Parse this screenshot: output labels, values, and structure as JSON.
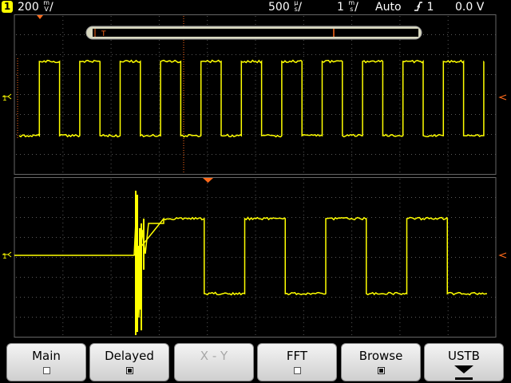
{
  "status": {
    "channel_number": "1",
    "channel_scale_value": "200",
    "channel_scale_unit_top": "m",
    "channel_scale_unit_bottom": "V",
    "main_timebase_value": "500",
    "main_timebase_unit_top": "µ",
    "main_timebase_unit_bottom": "s",
    "zoom_timebase_value": "1",
    "zoom_timebase_unit_top": "m",
    "zoom_timebase_unit_bottom": "s",
    "trigger_mode": "Auto",
    "trigger_edge_icon": "rising-edge-icon",
    "trigger_source": "1",
    "trigger_level": "0.0 V"
  },
  "screen": {
    "trigger_marker_label": "T",
    "channel_ground_marker": "1",
    "trace_color": "#ffff00",
    "marker_color": "#ff6a1a",
    "grid_color": "#5a5a5a"
  },
  "softkeys": [
    {
      "label": "Main",
      "indicator": "box-empty",
      "enabled": true
    },
    {
      "label": "Delayed",
      "indicator": "box-filled",
      "enabled": true
    },
    {
      "label": "X - Y",
      "indicator": "none",
      "enabled": false
    },
    {
      "label": "FFT",
      "indicator": "box-empty",
      "enabled": true
    },
    {
      "label": "Browse",
      "indicator": "box-filled",
      "enabled": true
    },
    {
      "label": "USTB",
      "indicator": "arrow-down",
      "enabled": true
    }
  ]
}
